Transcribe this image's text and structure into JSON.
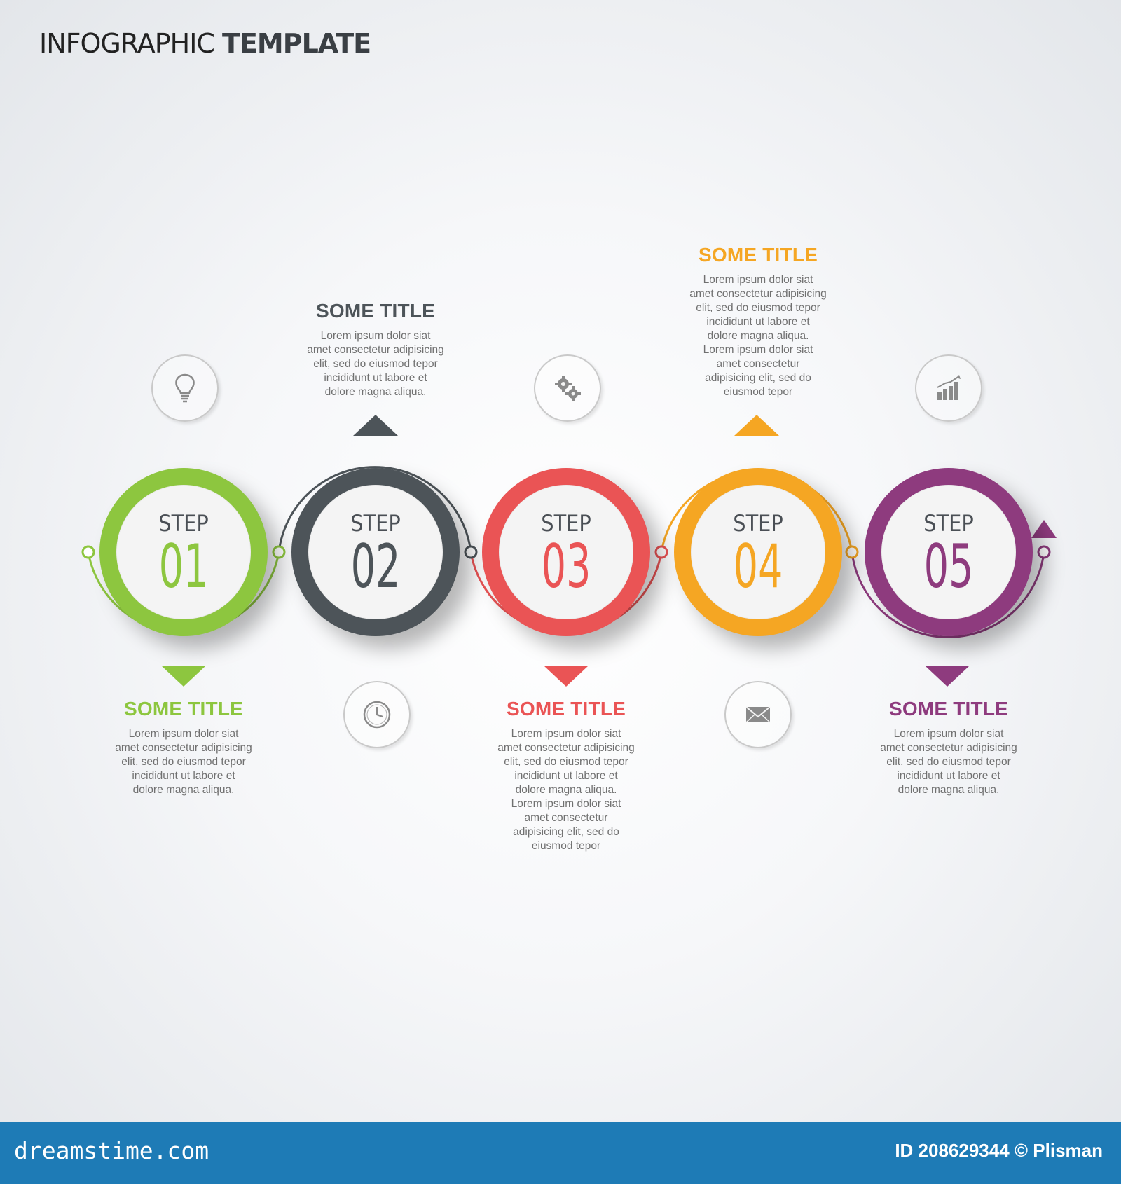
{
  "header": {
    "title_light": "INFOGRAPHIC",
    "title_bold": "TEMPLATE"
  },
  "colors": {
    "green": "#8dc63f",
    "gray": "#4d5459",
    "red": "#ea5455",
    "orange": "#f5a623",
    "purple": "#8e3b7e",
    "footer": "#1e7bb6"
  },
  "steps": [
    {
      "label": "STEP",
      "number": "01",
      "color": "#8dc63f",
      "title": "SOME TITLE",
      "text": "Lorem ipsum dolor siat\namet consectetur adipisicing\nelit, sed do eiusmod tepor\nincididunt ut labore et\ndolore magna aliqua.",
      "icon": "lightbulb-icon"
    },
    {
      "label": "STEP",
      "number": "02",
      "color": "#4d5459",
      "title": "SOME TITLE",
      "text": "Lorem ipsum dolor siat\namet consectetur adipisicing\nelit, sed do eiusmod tepor\nincididunt ut labore et\ndolore magna aliqua.",
      "icon": "clock-icon"
    },
    {
      "label": "STEP",
      "number": "03",
      "color": "#ea5455",
      "title": "SOME TITLE",
      "text": "Lorem ipsum dolor siat\namet consectetur adipisicing\nelit, sed do eiusmod tepor\nincididunt ut labore et\ndolore magna aliqua.\nLorem ipsum dolor siat\namet consectetur\nadipisicing elit, sed do\neiusmod tepor",
      "icon": "gears-icon"
    },
    {
      "label": "STEP",
      "number": "04",
      "color": "#f5a623",
      "title": "SOME TITLE",
      "text": "Lorem ipsum dolor siat\namet consectetur adipisicing\nelit, sed do eiusmod tepor\nincididunt ut labore et\ndolore magna aliqua.\nLorem ipsum dolor siat\namet consectetur\nadipisicing elit, sed do\neiusmod tepor",
      "icon": "envelope-icon"
    },
    {
      "label": "STEP",
      "number": "05",
      "color": "#8e3b7e",
      "title": "SOME TITLE",
      "text": "Lorem ipsum dolor siat\namet consectetur adipisicing\nelit, sed do eiusmod tepor\nincididunt ut labore et\ndolore magna aliqua.",
      "icon": "bar-chart-icon"
    }
  ],
  "footer": {
    "brand": "dreamstime.com",
    "id_text": "ID 208629344 © Plisman"
  }
}
